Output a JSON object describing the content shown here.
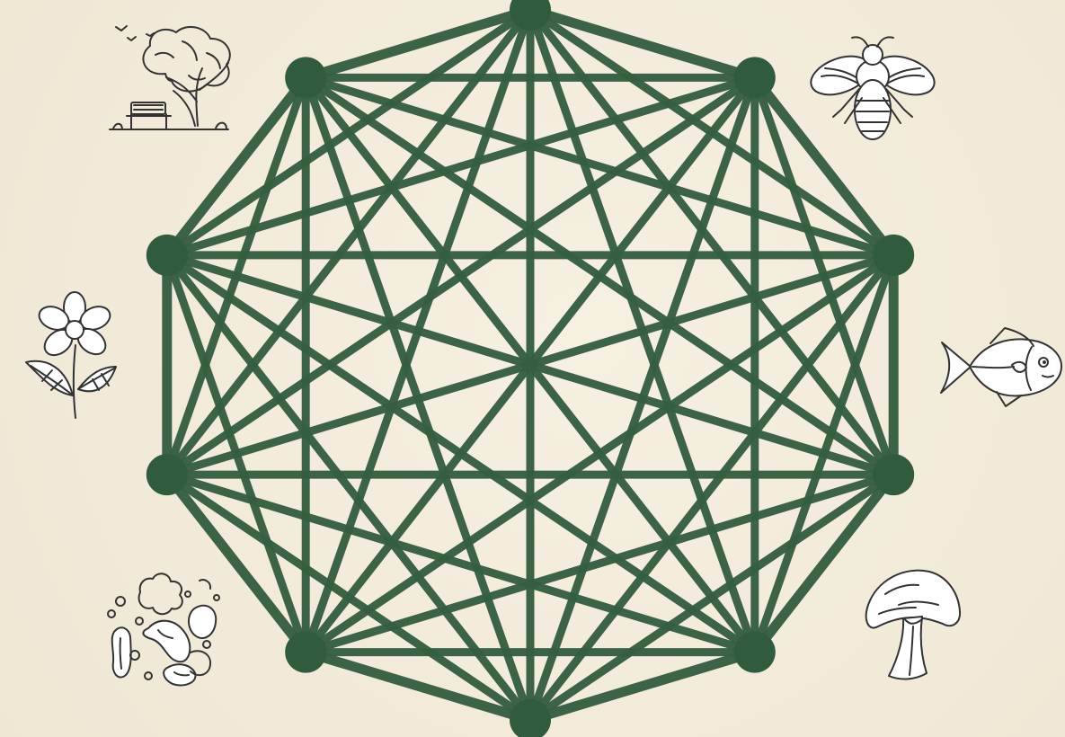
{
  "diagram": {
    "type": "complete-graph",
    "node_count": 10,
    "connected": "all-to-all",
    "colors": {
      "background": "#f4eedf",
      "edge": "#355e3f",
      "node": "#315b3d",
      "icon_stroke": "#333333"
    }
  },
  "icons": [
    "park-tree-bench-icon",
    "bee-icon",
    "flower-icon",
    "fish-icon",
    "microbes-icon",
    "mushroom-icon"
  ]
}
